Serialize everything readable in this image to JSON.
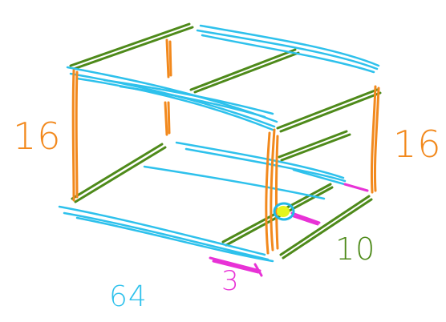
{
  "colors": {
    "background": "#ffffff",
    "depth_edges": "#4e8a1a",
    "width_edges": "#2ec1ec",
    "height_edges": "#f2891d",
    "marker": "#e832d6",
    "point_fill": "#e4f51c",
    "point_ring": "#22b9e6"
  },
  "labels": {
    "height_left": "16",
    "height_right": "16",
    "depth": "10",
    "width": "64",
    "offset": "3"
  }
}
